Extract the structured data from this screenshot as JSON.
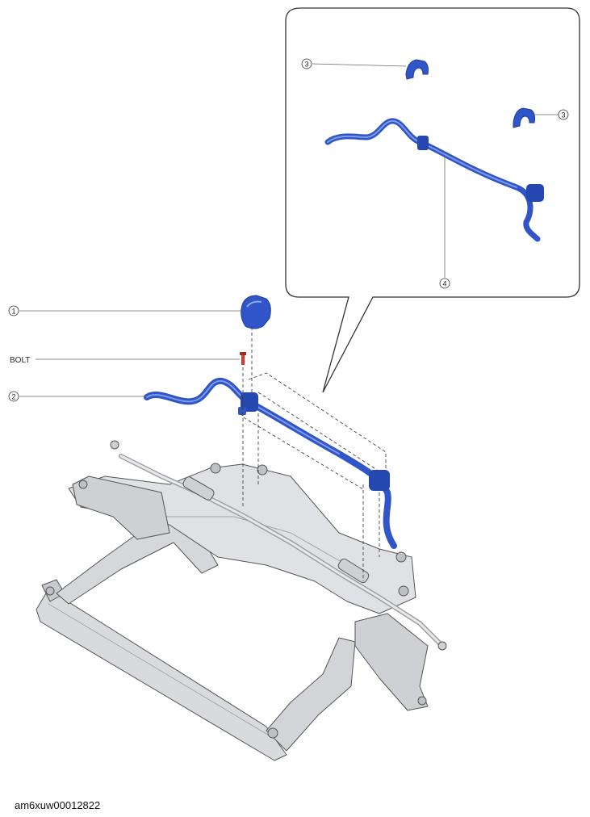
{
  "labels": {
    "callout_1": "1",
    "callout_2": "2",
    "callout_3a": "3",
    "callout_3b": "3",
    "callout_4": "4",
    "bolt": "BOLT"
  },
  "figure_id": "am6xuw00012822",
  "colors": {
    "stabilizer": "#2f55c8",
    "stabilizer_dark": "#1f3d9a",
    "subframe": "#dcdde0",
    "subframe_shade": "#b7b9be",
    "outline": "#555555",
    "bolt": "#d43a2a",
    "leader": "#666666"
  }
}
